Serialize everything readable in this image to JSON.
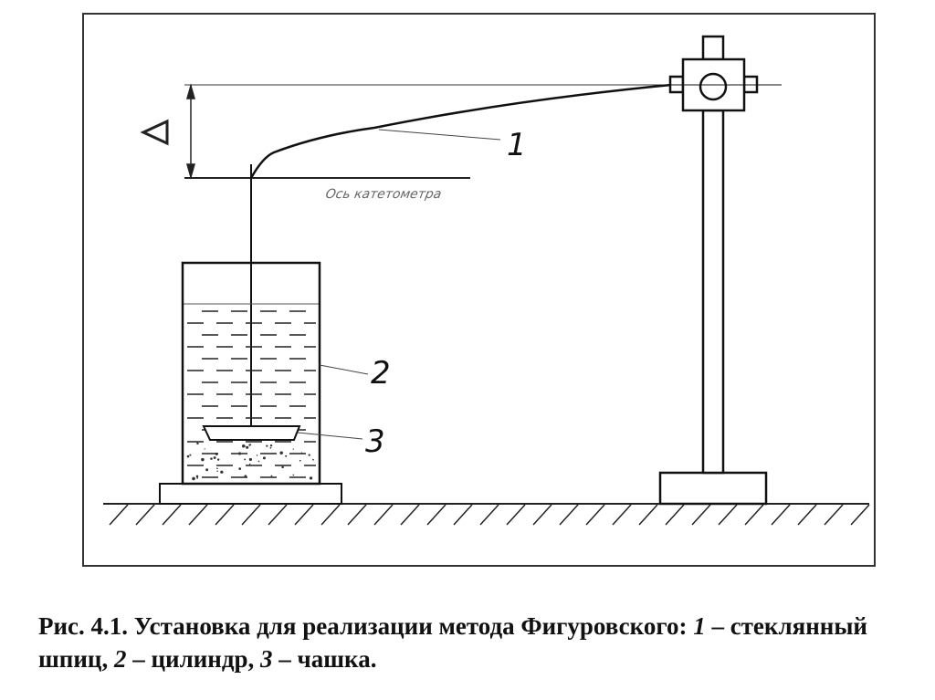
{
  "diagram": {
    "delta_label": "Δ",
    "axis_label": "Ось катетометра",
    "part_labels": [
      "1",
      "2",
      "3"
    ]
  },
  "caption": {
    "prefix": "Рис. 4.1. Установка для реализации метода Фигуровского: ",
    "n1": "1",
    "t1": " – стеклянный шпиц, ",
    "n2": "2",
    "t2": " – цилиндр, ",
    "n3": "3",
    "t3": " – чашка."
  }
}
